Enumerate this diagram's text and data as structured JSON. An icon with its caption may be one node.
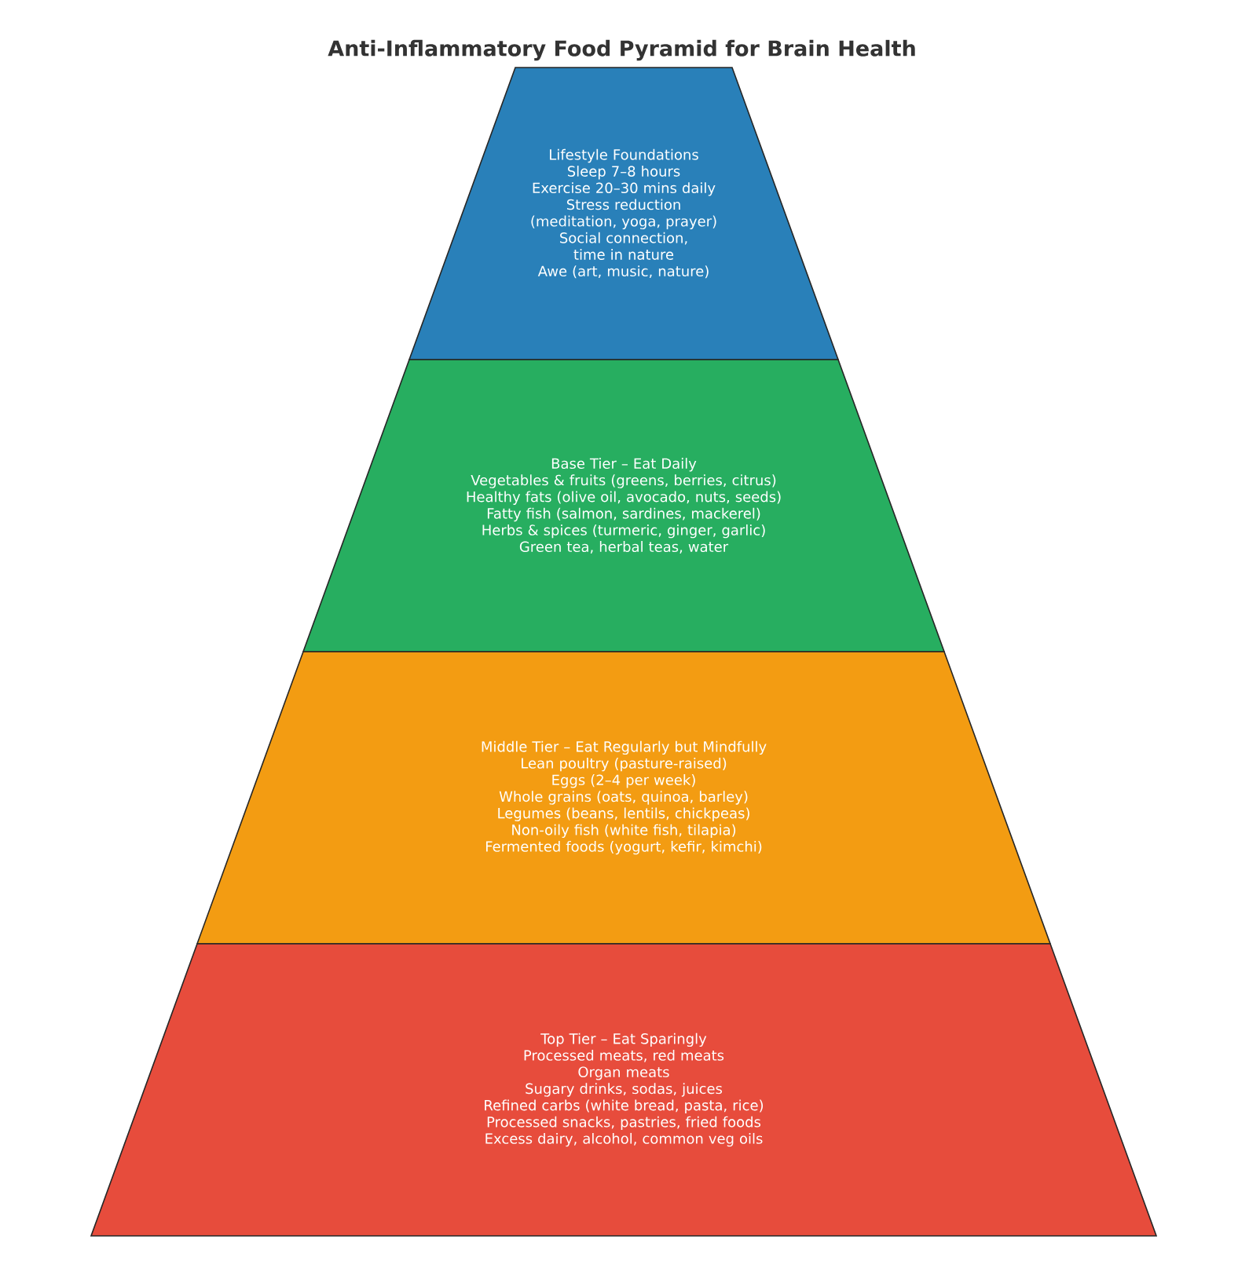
{
  "diagram": {
    "title": "Anti-Inflammatory Food Pyramid for Brain Health",
    "nodes": [
      {
        "text": [
          "Lifestyle Foundations",
          "Sleep 7–8 hours",
          "Exercise 20–30 mins daily",
          "Stress reduction (meditation, yoga, prayer)",
          "Social connection, time in nature",
          "Awe (art, music, nature)"
        ]
      },
      {
        "text": [
          "Base Tier – Eat Daily",
          "Vegetables & fruits (greens, berries, citrus)",
          "Healthy fats (olive oil, avocado, nuts, seeds)",
          "Fatty fish (salmon, sardines, mackerel)",
          "Herbs & spices (turmeric, ginger, garlic)",
          "Green tea, herbal teas, water"
        ]
      },
      {
        "text": [
          "Middle Tier – Eat Regularly but Mindfully",
          "Lean poultry (pasture-raised)",
          "Eggs (2–4 per week)",
          "Whole grains (oats, quinoa, barley)",
          "Legumes (beans, lentils, chickpeas)",
          "Non-oily fish (white fish, tilapia)",
          "Fermented foods (yogurt, kefir, kimchi)"
        ]
      },
      {
        "text": [
          "Top Tier – Eat Sparingly",
          "Processed meats, red meats",
          "Organ meats",
          "Sugary drinks, sodas, juices",
          "Refined carbs (white bread, pasta, rice)",
          "Processed snacks, pastries, fried foods",
          "Excess dairy, alcohol, common veg oils"
        ]
      }
    ]
  }
}
